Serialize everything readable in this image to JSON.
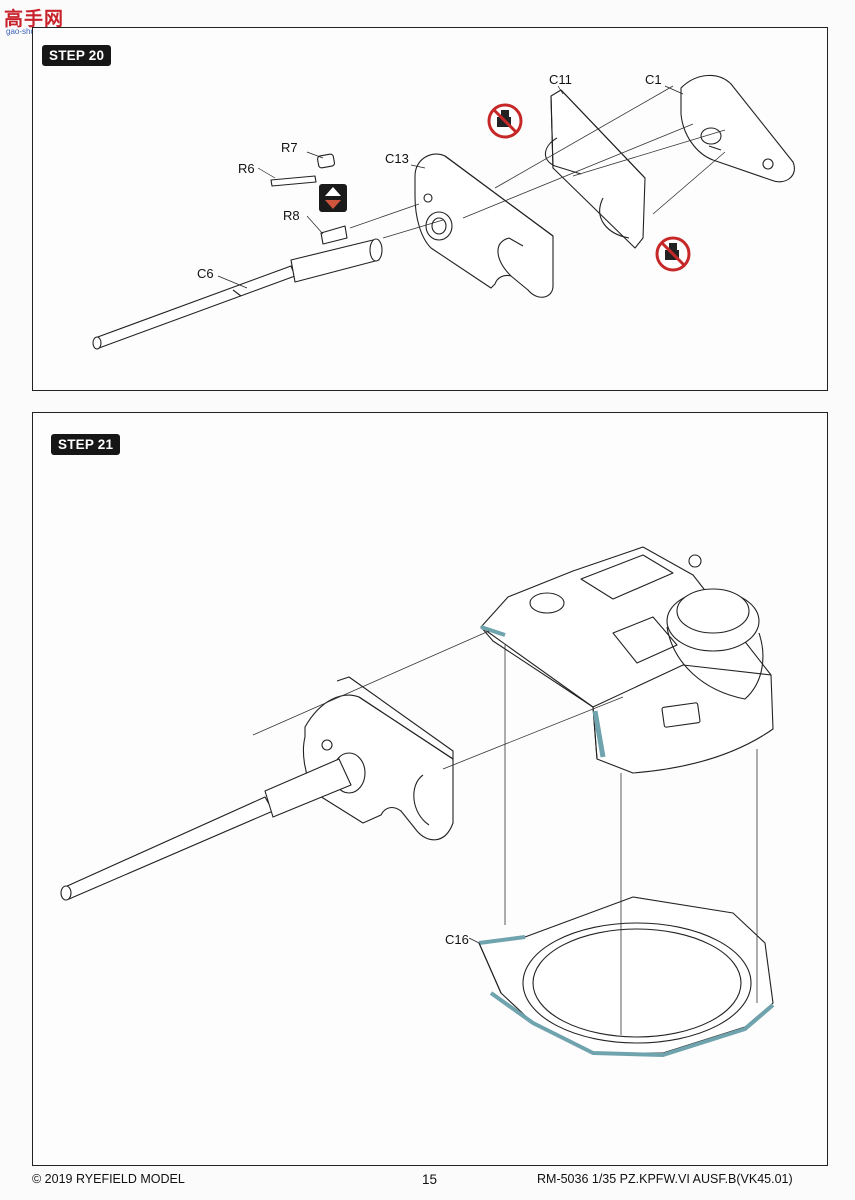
{
  "watermark": {
    "brand": "高手网",
    "url": "gao-shou.com"
  },
  "step20": {
    "title": "STEP 20",
    "labels": {
      "c11": "C11",
      "c1": "C1",
      "r7": "R7",
      "r6": "R6",
      "c13": "C13",
      "r8": "R8",
      "c6": "C6"
    },
    "icons": [
      "no-glue-icon",
      "no-glue-icon",
      "movable-part-icon"
    ]
  },
  "step21": {
    "title": "STEP 21",
    "labels": {
      "c16": "C16"
    }
  },
  "footer": {
    "copyright": "© 2019 RYEFIELD MODEL",
    "page_number": "15",
    "product": "RM-5036 1/35  PZ.KPFW.VI AUSF.B(VK45.01)"
  },
  "colors": {
    "accent_teal": "#6fa3ad",
    "no_glue_red": "#c62828",
    "ink": "#222222"
  }
}
